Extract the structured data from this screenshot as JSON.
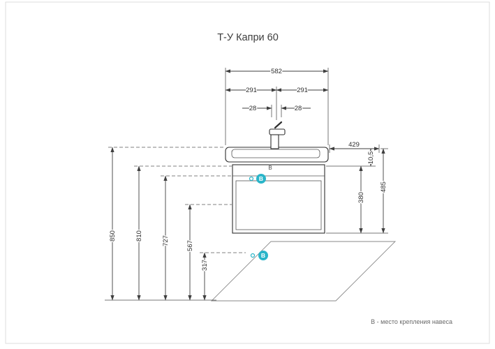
{
  "page": {
    "title": "Т-У Капри 60",
    "footnote": "В - место крепления навеса"
  },
  "marker": {
    "label": "В",
    "color": "#2ab5c9"
  },
  "dims": {
    "total_width": "582",
    "left_half": "291",
    "right_half": "291",
    "left_offset": "28",
    "right_offset": "28",
    "depth": "429",
    "worktop_height": "10,5",
    "overall_height": "485",
    "cabinet_height": "380",
    "heights": {
      "sink_top": "850",
      "cabinet_top": "810",
      "rail": "727",
      "mid": "567",
      "bracket": "317"
    }
  }
}
